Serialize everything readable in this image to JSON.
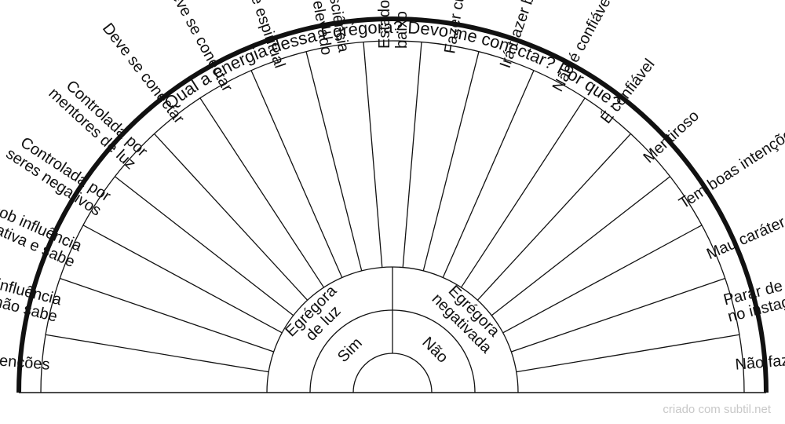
{
  "chart_data": {
    "type": "radial_pendulum_chart",
    "title": "Qual a energia dessa Egrégora? Devo me conectar? Por que?",
    "inner_ring": [
      {
        "lines": [
          "Sim"
        ]
      },
      {
        "lines": [
          "Não"
        ]
      }
    ],
    "middle_ring": [
      {
        "lines": [
          "Egrégora",
          "de luz"
        ]
      },
      {
        "lines": [
          "Egrégora",
          "negativada"
        ]
      }
    ],
    "outer_ring": [
      {
        "lines": [
          "Tem más intenções"
        ]
      },
      {
        "lines": [
          "Está sob influência",
          "negativa e não sabe"
        ]
      },
      {
        "lines": [
          "Está sob influência",
          "negativa e sabe"
        ]
      },
      {
        "lines": [
          "Controlada por",
          "seres negativos"
        ]
      },
      {
        "lines": [
          "Controlada por",
          "mentores de luz"
        ]
      },
      {
        "lines": [
          "Deve se conectar"
        ]
      },
      {
        "lines": [
          "Não deve se conectar"
        ]
      },
      {
        "lines": [
          "Risco de ataque espiritual"
        ]
      },
      {
        "lines": [
          "Estado de consciência",
          "elevado"
        ]
      },
      {
        "lines": [
          "Estado de consciência",
          "baixo"
        ]
      },
      {
        "lines": [
          "Fazer curso"
        ]
      },
      {
        "lines": [
          "Irá trazer boas energias"
        ]
      },
      {
        "lines": [
          "Não é confiável"
        ]
      },
      {
        "lines": [
          "É confiável"
        ]
      },
      {
        "lines": [
          "Mentiroso"
        ]
      },
      {
        "lines": [
          "Tem boas intenções"
        ]
      },
      {
        "lines": [
          "Mau caráter"
        ]
      },
      {
        "lines": [
          "Parar de seguir",
          "no instagram"
        ]
      },
      {
        "lines": [
          "Não fazer curso"
        ]
      }
    ]
  },
  "credit": "criado com subtil.net"
}
